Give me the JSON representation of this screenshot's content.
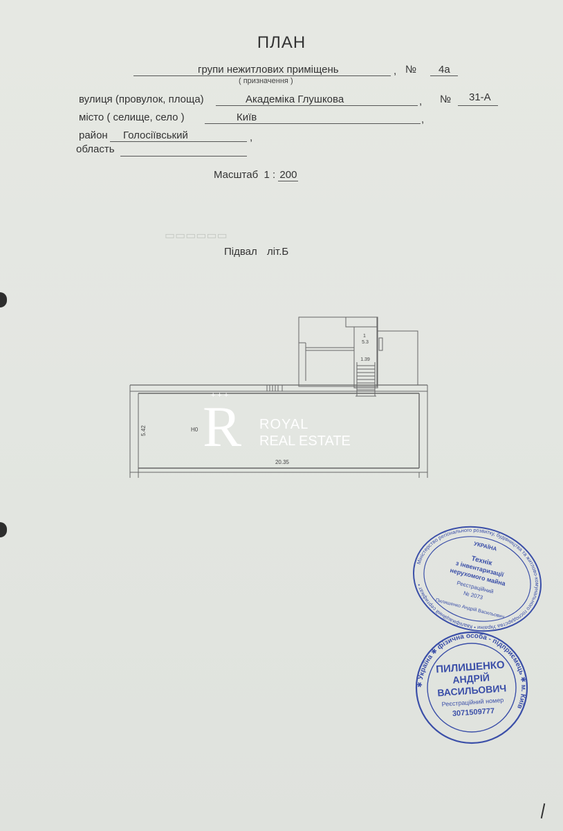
{
  "header": {
    "title": "ПЛАН",
    "group_label": "групи нежитлових приміщень",
    "purpose_caption": "( призначення )",
    "number_sign": "№",
    "number_value": "4а",
    "street_label": "вулиця (провулок, площа)",
    "street_value": "Академіка Глушкова",
    "building_sign": "№",
    "building_value": "31-А",
    "city_label": "місто ( селище, село )",
    "city_value": "Київ",
    "district_label": "район",
    "district_value": "Голосіївський",
    "region_label": "область",
    "region_value": "",
    "comma": ","
  },
  "scale": {
    "label": "Масштаб",
    "prefix": "1 :",
    "value": "200"
  },
  "floor": {
    "name": "Підвал",
    "letter": "літ.Б"
  },
  "plan": {
    "room_main_label": "Н0",
    "dim_height": "5.42",
    "dim_width": "20.35",
    "stair_number": "1",
    "stair_area": "5.3",
    "stair_width": "1.39"
  },
  "watermark": {
    "line1": "ROYAL",
    "line2": "REAL ESTATE",
    "stars": "+++",
    "letter": "R"
  },
  "stamp1": {
    "outer_text": "Міністерство регіонального розвитку, будівництва та житлово-комунального господарства України • Кваліфікаційний сертифікат • ",
    "top": "УКРАЇНА",
    "line1": "Технік",
    "line2": "з інвентаризації",
    "line3": "нерухомого майна",
    "line4": "Реєстраційний",
    "line5": "№ 2073",
    "bottom": "Пилишенко Андрій Васильович"
  },
  "stamp2": {
    "outer_text": "✱ Україна ✱ фізична особа - підприємець ✱ м. Київ ",
    "line1": "ПИЛИШЕНКО",
    "line2": "АНДРІЙ",
    "line3": "ВАСИЛЬОВИЧ",
    "line4": "Реєстраційний номер",
    "line5": "3071509777"
  },
  "colors": {
    "stamp": "#3b4fa8",
    "paper": "#e4e7e2",
    "ink": "#333333"
  }
}
